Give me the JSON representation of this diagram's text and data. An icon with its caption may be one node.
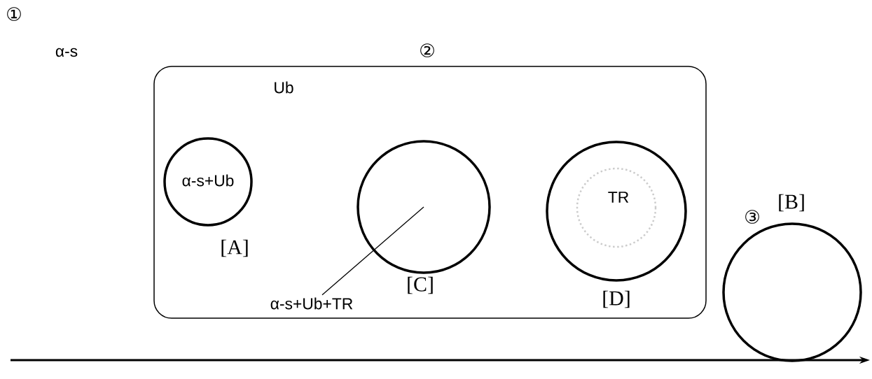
{
  "diagram": {
    "nodes": [
      {
        "text": [
          "②"
        ]
      },
      {
        "text": [
          "α-s+Ub"
        ],
        "beside": [
          "Ub",
          "[A]"
        ],
        "in": 0
      },
      {
        "text": [],
        "shape": "circle",
        "beside": [
          "[C]"
        ],
        "in": 0
      },
      {
        "text": [
          "α-s+Ub+TR"
        ],
        "in": 0
      },
      {
        "text": [
          "TR"
        ],
        "beside": [
          "[D]"
        ],
        "in": 0
      },
      {
        "text": [],
        "shape": "circle",
        "beside": [
          "③",
          "[B]"
        ]
      }
    ],
    "edges": [
      {
        "from": 3,
        "to": 2,
        "arrow": "none"
      }
    ],
    "labels": [
      "①",
      "α-s"
    ]
  }
}
